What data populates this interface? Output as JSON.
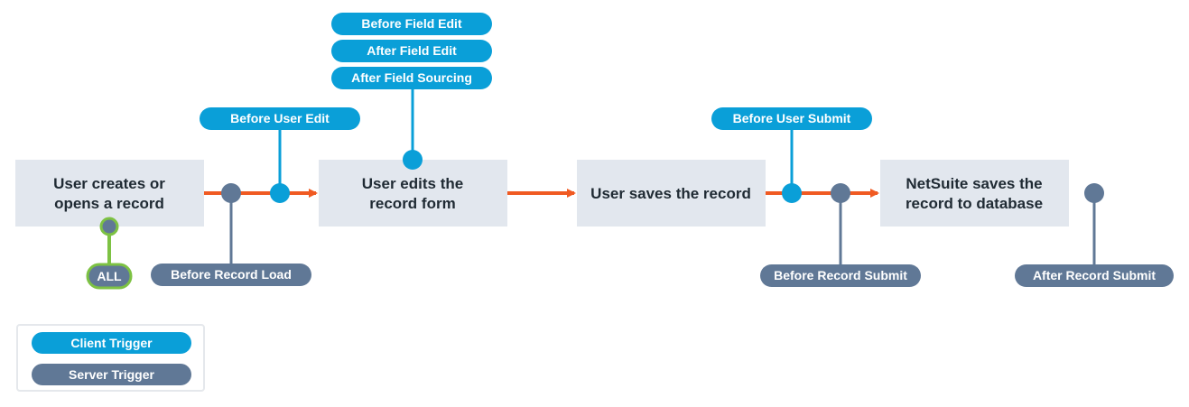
{
  "colors": {
    "client": "#0a9fd8",
    "server": "#607896",
    "all": "#7dc243",
    "arrow": "#f05a22",
    "box": "#e2e7ee",
    "box_text": "#1f2a33"
  },
  "steps": [
    {
      "id": "create",
      "lines": [
        "User creates or",
        "opens a record"
      ]
    },
    {
      "id": "edit",
      "lines": [
        "User edits the",
        "record form"
      ]
    },
    {
      "id": "save",
      "lines": [
        "User saves the record"
      ]
    },
    {
      "id": "db",
      "lines": [
        "NetSuite saves the",
        "record to database"
      ]
    }
  ],
  "triggers": {
    "before_field_edit": {
      "label": "Before Field Edit",
      "type": "client"
    },
    "after_field_edit": {
      "label": "After Field Edit",
      "type": "client"
    },
    "after_field_sourcing": {
      "label": "After Field Sourcing",
      "type": "client"
    },
    "before_user_edit": {
      "label": "Before User Edit",
      "type": "client"
    },
    "before_record_load": {
      "label": "Before Record Load",
      "type": "server"
    },
    "before_user_submit": {
      "label": "Before User Submit",
      "type": "client"
    },
    "before_record_submit": {
      "label": "Before Record Submit",
      "type": "server"
    },
    "after_record_submit": {
      "label": "After Record Submit",
      "type": "server"
    },
    "all": {
      "label": "ALL",
      "type": "all"
    }
  },
  "legend": {
    "client_label": "Client Trigger",
    "server_label": "Server Trigger"
  }
}
